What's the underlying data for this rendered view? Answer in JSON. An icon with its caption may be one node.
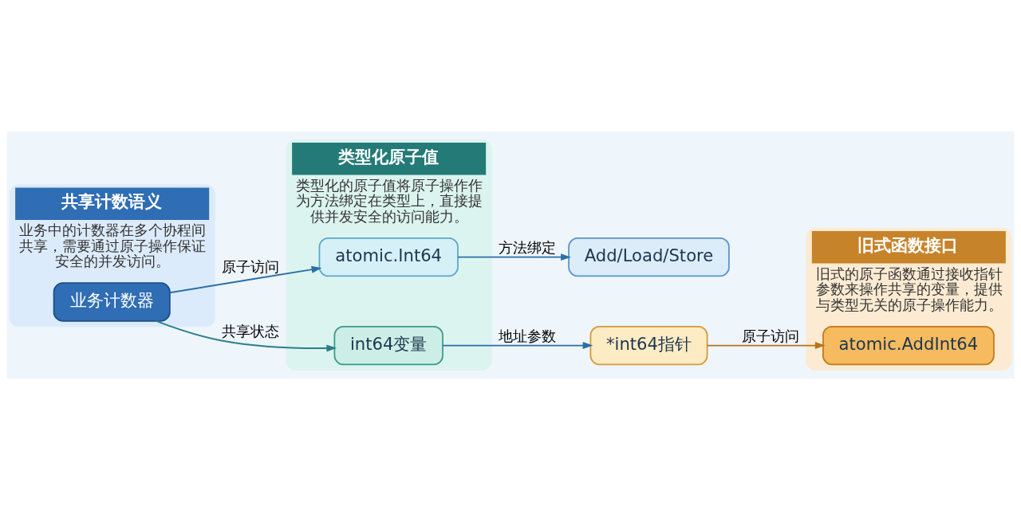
{
  "diagram": {
    "nodes": [
      {
        "text": [
          "共享计数语义",
          "业务中的计数器在多个协程间共享，需要通过原子操作保证安全的并发访问。"
        ]
      },
      {
        "text": [
          "类型化原子值",
          "类型化的原子值将原子操作作为方法绑定在类型上，直接提供并发安全的访问能力。"
        ]
      },
      {
        "text": [
          "旧式函数接口",
          "旧式的原子函数通过接收指针参数来操作共享的变量，提供与类型无关的原子操作能力。"
        ]
      },
      {
        "text": [
          "业务计数器"
        ],
        "in": 0
      },
      {
        "text": [
          "atomic.Int64"
        ],
        "in": 1
      },
      {
        "text": [
          "Add/Load/Store"
        ]
      },
      {
        "text": [
          "int64变量"
        ],
        "in": 1
      },
      {
        "text": [
          "*int64指针"
        ]
      },
      {
        "text": [
          "atomic.AddInt64"
        ],
        "in": 2
      }
    ],
    "edges": [
      {
        "from": 3,
        "to": 4,
        "arrow": "to",
        "label": "原子访问"
      },
      {
        "from": 4,
        "to": 5,
        "arrow": "to",
        "label": "方法绑定"
      },
      {
        "from": 3,
        "to": 6,
        "arrow": "to",
        "label": "共享状态",
        "color": "#2a7f8a"
      },
      {
        "from": 6,
        "to": 7,
        "arrow": "to",
        "label": "地址参数"
      },
      {
        "from": 7,
        "to": 8,
        "arrow": "to",
        "label": "原子访问",
        "color": "#b8731c"
      }
    ]
  }
}
